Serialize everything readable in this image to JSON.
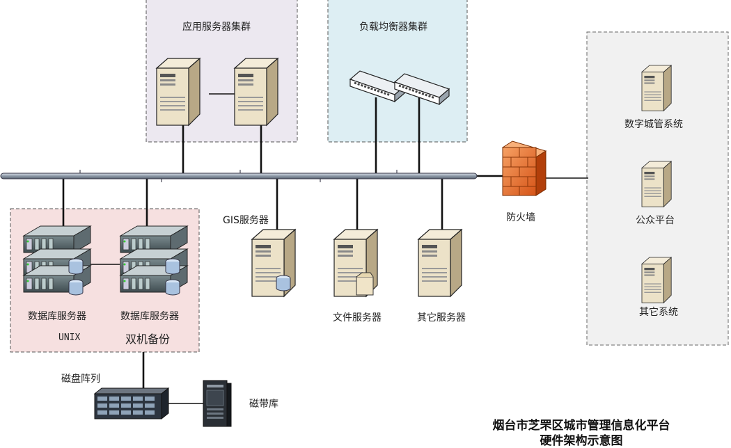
{
  "groups": {
    "app_cluster": "应用服务器集群",
    "lb_cluster": "负载均衡器集群"
  },
  "nodes": {
    "gis_server": "GIS服务器",
    "file_server": "文件服务器",
    "other_server": "其它服务器",
    "firewall": "防火墙",
    "db_server_1": "数据库服务器",
    "db_server_2": "数据库服务器",
    "unix": "UNIX",
    "dual_backup": "双机备份",
    "disk_array": "磁盘阵列",
    "tape_library": "磁带库"
  },
  "external_systems": {
    "city_mgmt": "数字城管系统",
    "public_platform": "公众平台",
    "other_system": "其它系统"
  },
  "title": {
    "line1": "烟台市芝罘区城市管理信息化平台",
    "line2": "硬件架构示意图"
  }
}
